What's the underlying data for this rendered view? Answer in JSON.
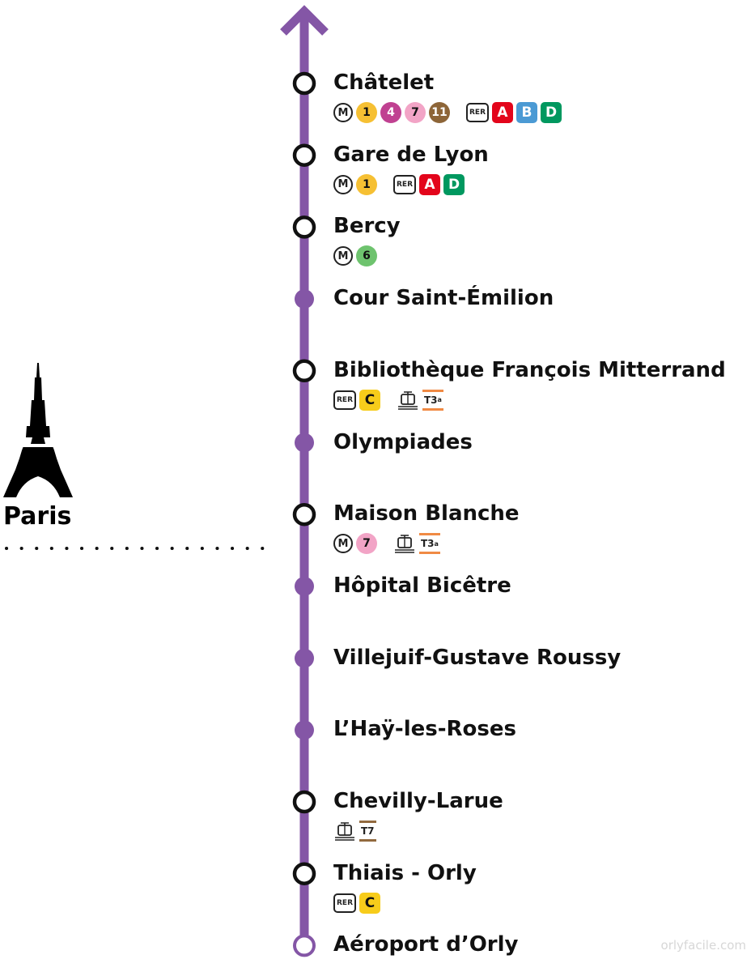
{
  "colors": {
    "line": "#8456a6",
    "m1": "#f6c033",
    "m4": "#c04191",
    "m6": "#6ec36e",
    "m7": "#f2a4c6",
    "m11": "#8d6538",
    "rerA": "#e3051b",
    "rerB": "#4b9ad4",
    "rerC": "#f7cc1b",
    "rerD": "#00985f",
    "t3a": "#f08a44",
    "t7": "#926a3f"
  },
  "paris": {
    "label": "Paris",
    "icon": "eiffel-tower-icon"
  },
  "stations": [
    {
      "name": "Châtelet",
      "type": "connection",
      "connections": [
        {
          "kind": "metro-logo",
          "text": "M"
        },
        {
          "kind": "metro",
          "text": "1",
          "color": "#f6c033",
          "fg": "#111"
        },
        {
          "kind": "metro",
          "text": "4",
          "color": "#c04191",
          "fg": "#fff"
        },
        {
          "kind": "metro",
          "text": "7",
          "color": "#f2a4c6",
          "fg": "#111"
        },
        {
          "kind": "metro",
          "text": "11",
          "color": "#8d6538",
          "fg": "#fff"
        },
        {
          "kind": "gap"
        },
        {
          "kind": "rer-logo",
          "text": "RER"
        },
        {
          "kind": "rer",
          "text": "A",
          "color": "#e3051b",
          "fg": "#fff"
        },
        {
          "kind": "rer",
          "text": "B",
          "color": "#4b9ad4",
          "fg": "#fff"
        },
        {
          "kind": "rer",
          "text": "D",
          "color": "#00985f",
          "fg": "#fff"
        }
      ]
    },
    {
      "name": "Gare de Lyon",
      "type": "connection",
      "connections": [
        {
          "kind": "metro-logo",
          "text": "M"
        },
        {
          "kind": "metro",
          "text": "1",
          "color": "#f6c033",
          "fg": "#111"
        },
        {
          "kind": "gap"
        },
        {
          "kind": "rer-logo",
          "text": "RER"
        },
        {
          "kind": "rer",
          "text": "A",
          "color": "#e3051b",
          "fg": "#fff"
        },
        {
          "kind": "rer",
          "text": "D",
          "color": "#00985f",
          "fg": "#fff"
        }
      ]
    },
    {
      "name": "Bercy",
      "type": "connection",
      "connections": [
        {
          "kind": "metro-logo",
          "text": "M"
        },
        {
          "kind": "metro",
          "text": "6",
          "color": "#6ec36e",
          "fg": "#111"
        }
      ]
    },
    {
      "name": "Cour Saint-Émilion",
      "type": "regular",
      "connections": []
    },
    {
      "name": "Bibliothèque François Mitterrand",
      "type": "connection",
      "connections": [
        {
          "kind": "rer-logo",
          "text": "RER"
        },
        {
          "kind": "rer",
          "text": "C",
          "color": "#f7cc1b",
          "fg": "#111"
        },
        {
          "kind": "gap"
        },
        {
          "kind": "tram-logo"
        },
        {
          "kind": "tram",
          "text": "T3",
          "sup": "a",
          "color": "#f08a44"
        }
      ]
    },
    {
      "name": "Olympiades",
      "type": "regular",
      "connections": []
    },
    {
      "name": "Maison Blanche",
      "type": "connection",
      "connections": [
        {
          "kind": "metro-logo",
          "text": "M"
        },
        {
          "kind": "metro",
          "text": "7",
          "color": "#f2a4c6",
          "fg": "#111"
        },
        {
          "kind": "gap"
        },
        {
          "kind": "tram-logo"
        },
        {
          "kind": "tram",
          "text": "T3",
          "sup": "a",
          "color": "#f08a44"
        }
      ]
    },
    {
      "name": "Hôpital Bicêtre",
      "type": "regular",
      "connections": []
    },
    {
      "name": "Villejuif-Gustave Roussy",
      "type": "regular",
      "connections": []
    },
    {
      "name": "L’Haÿ-les-Roses",
      "type": "regular",
      "connections": []
    },
    {
      "name": "Chevilly-Larue",
      "type": "connection",
      "connections": [
        {
          "kind": "tram-logo"
        },
        {
          "kind": "tram",
          "text": "T7",
          "sup": "",
          "color": "#926a3f"
        }
      ]
    },
    {
      "name": "Thiais - Orly",
      "type": "connection",
      "connections": [
        {
          "kind": "rer-logo",
          "text": "RER"
        },
        {
          "kind": "rer",
          "text": "C",
          "color": "#f7cc1b",
          "fg": "#111"
        }
      ]
    },
    {
      "name": "Aéroport d’Orly",
      "type": "terminus",
      "connections": []
    }
  ],
  "watermark": "orlyfacile.com"
}
